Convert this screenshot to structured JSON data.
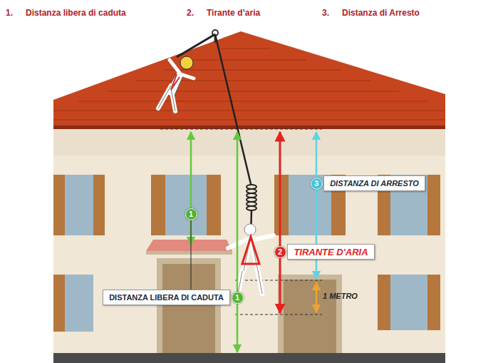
{
  "diagram": {
    "nodes": [
      {
        "text": [
          "3"
        ]
      },
      {
        "text": [
          "DISTANZA DI ARRESTO"
        ]
      },
      {
        "text": [
          "TIRANTE D'ARIA"
        ]
      },
      {
        "text": [
          "2"
        ]
      },
      {
        "text": [
          "1"
        ]
      },
      {
        "text": [
          "DISTANZA LIBERA DI CADUTA"
        ]
      },
      {
        "text": [
          "1"
        ]
      }
    ],
    "edges": [
      {
        "from": 4,
        "to": 5,
        "arrow": "none"
      }
    ],
    "labels": [
      "1.",
      "Distanza libera di caduta",
      "2.",
      "Tirante d’aria",
      "3.",
      "Distanza di Arresto",
      "1 METRO"
    ]
  }
}
